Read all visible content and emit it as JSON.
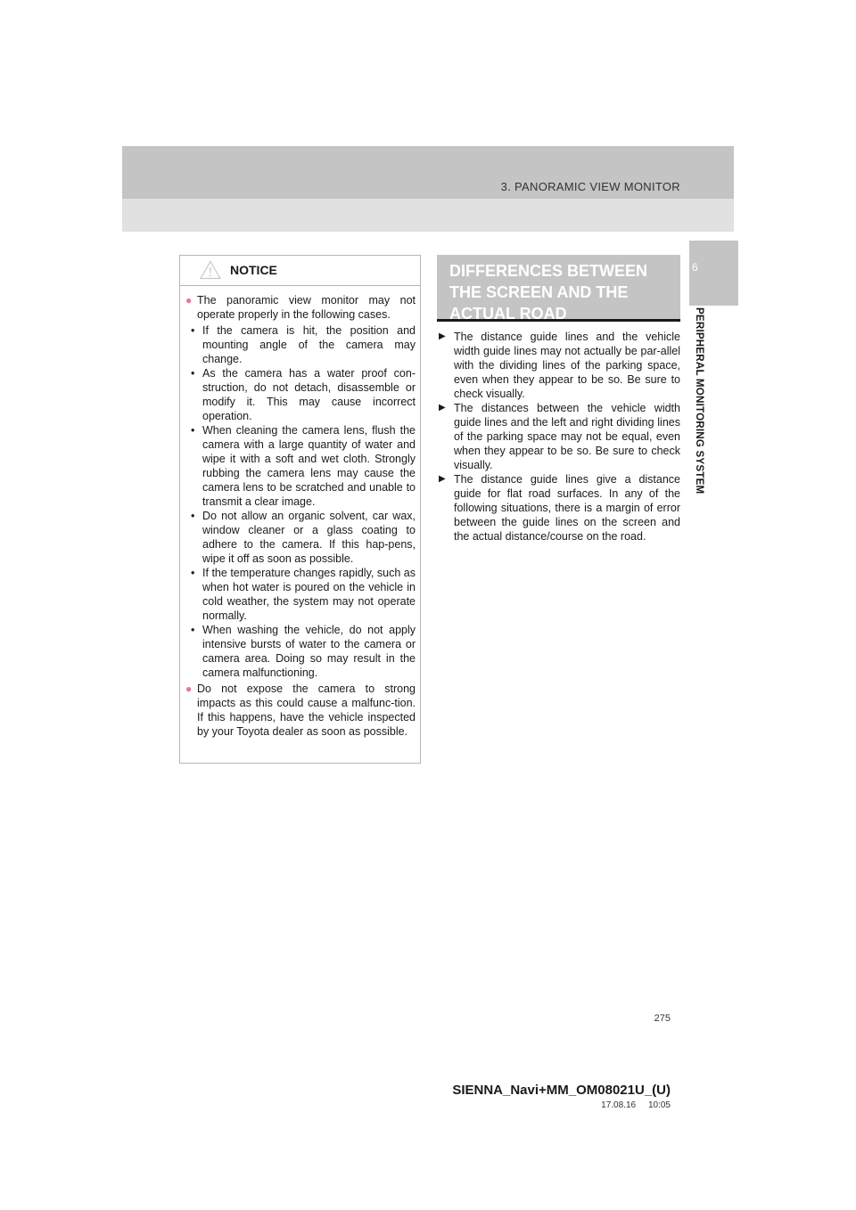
{
  "header": {
    "section_title": "3. PANORAMIC VIEW MONITOR",
    "tab_number": "6",
    "side_label": "PERIPHERAL MONITORING SYSTEM"
  },
  "notice": {
    "title": "NOTICE",
    "bullet_1_intro": "The panoramic view monitor may not operate properly in the following cases.",
    "bullet_1_items": [
      "If the camera is hit, the position and mounting angle of the camera may change.",
      "As the camera has a water proof con-struction, do not detach, disassemble or modify it. This may cause incorrect operation.",
      "When cleaning the camera lens, flush the camera with a large quantity of water and wipe it with a soft and wet cloth. Strongly rubbing the camera lens may cause the camera lens to be scratched and unable to transmit a clear image.",
      "Do not allow an organic solvent, car wax, window cleaner or a glass coating to adhere to the camera. If this hap-pens, wipe it off as soon as possible.",
      "If the temperature changes rapidly, such as when hot water is poured on the vehicle in cold weather, the system may not operate normally.",
      "When washing the vehicle, do not apply intensive bursts of water to the camera or camera area. Doing so may result in the camera malfunctioning."
    ],
    "bullet_2": "Do not expose the camera to strong impacts as this could cause a malfunc-tion. If this happens, have the vehicle inspected by your Toyota dealer as soon as possible."
  },
  "differences": {
    "title": "DIFFERENCES BETWEEN THE SCREEN AND THE ACTUAL ROAD",
    "items": [
      "The distance guide lines and the vehicle width guide lines may not actually be par-allel with the dividing lines of the parking space, even when they appear to be so. Be sure to check visually.",
      "The distances between the vehicle width guide lines and the left and right dividing lines of the parking space may not be equal, even when they appear to be so. Be sure to check visually.",
      "The distance guide lines give a distance guide for flat road surfaces. In any of the following situations, there is a margin of error between the guide lines on the screen and the actual distance/course on the road."
    ]
  },
  "footer": {
    "page_number": "275",
    "doc_id": "SIENNA_Navi+MM_OM08021U_(U)",
    "doc_date": "17.08.16     10:05"
  }
}
